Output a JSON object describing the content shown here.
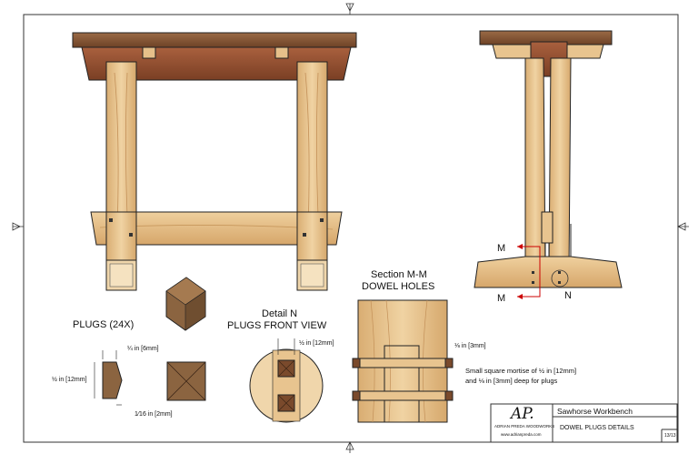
{
  "drawing": {
    "plugs_label": "PLUGS (24X)",
    "detail_label": "Detail N",
    "detail_sublabel": "PLUGS FRONT VIEW",
    "section_label": "Section M-M",
    "section_sublabel": "DOWEL HOLES",
    "section_mark_m_top": "M",
    "section_mark_m_bottom": "M",
    "detail_mark_n": "N",
    "note_line1": "Small square mortise of ½ in [12mm]",
    "note_line2": "and ⅛ in [3mm] deep for plugs"
  },
  "dimensions": {
    "plug_top": "¼ in [6mm]",
    "plug_height": "½ in [12mm]",
    "plug_bottom": "1⁄16 in [2mm]",
    "detail_width": "½ in [12mm]",
    "section_depth": "⅛ in [3mm]"
  },
  "title_block": {
    "logo_text": "AP.",
    "company": "ADRIAN PREDA WOODWORKS",
    "website": "www.adrianpreda.com",
    "project": "Sawhorse Workbench",
    "sheet_title": "DOWEL PLUGS DETAILS",
    "sheet_number": "13/13"
  },
  "colors": {
    "light_wood": "#e8c48f",
    "dark_wood": "#7a4a2c",
    "top_wood": "#8a5a3a",
    "plug_wood": "#8b6440",
    "line": "#222222"
  }
}
